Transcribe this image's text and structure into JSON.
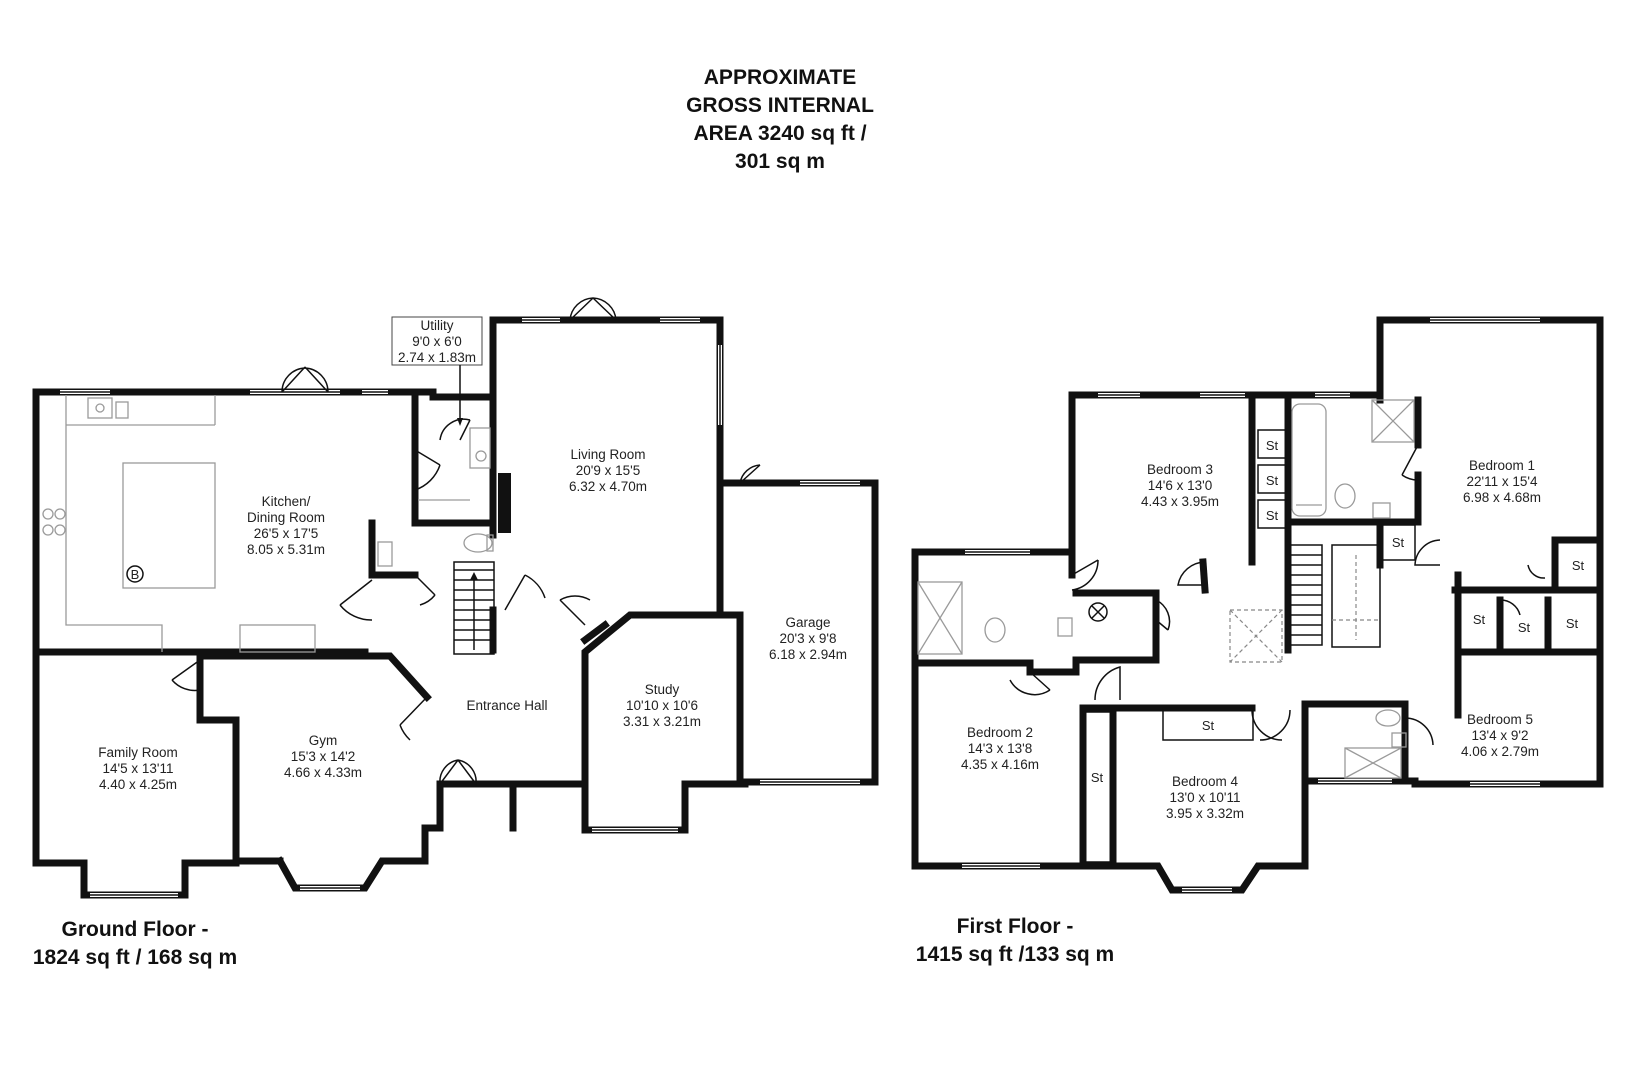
{
  "header": {
    "line1": "APPROXIMATE",
    "line2": "GROSS INTERNAL",
    "line3": "AREA 3240 sq ft /",
    "line4": "301 sq m"
  },
  "ground_floor": {
    "title": "Ground Floor -",
    "area": "1824 sq ft / 168 sq m",
    "rooms": {
      "utility": {
        "name": "Utility",
        "imperial": "9'0 x 6'0",
        "metric": "2.74 x 1.83m"
      },
      "living": {
        "name": "Living Room",
        "imperial": "20'9 x 15'5",
        "metric": "6.32 x 4.70m"
      },
      "kitchen": {
        "name1": "Kitchen/",
        "name2": "Dining Room",
        "imperial": "26'5 x 17'5",
        "metric": "8.05 x 5.31m"
      },
      "garage": {
        "name": "Garage",
        "imperial": "20'3 x 9'8",
        "metric": "6.18 x 2.94m"
      },
      "entrance": {
        "name": "Entrance Hall"
      },
      "study": {
        "name": "Study",
        "imperial": "10'10 x 10'6",
        "metric": "3.31 x 3.21m"
      },
      "family": {
        "name": "Family Room",
        "imperial": "14'5 x 13'11",
        "metric": "4.40 x 4.25m"
      },
      "gym": {
        "name": "Gym",
        "imperial": "15'3 x 14'2",
        "metric": "4.66 x 4.33m"
      }
    },
    "boiler_symbol": "B"
  },
  "first_floor": {
    "title": "First Floor -",
    "area": "1415 sq ft /133 sq m",
    "rooms": {
      "bed3": {
        "name": "Bedroom 3",
        "imperial": "14'6 x 13'0",
        "metric": "4.43 x 3.95m"
      },
      "bed1": {
        "name": "Bedroom 1",
        "imperial": "22'11 x 15'4",
        "metric": "6.98 x 4.68m"
      },
      "bed2": {
        "name": "Bedroom 2",
        "imperial": "14'3 x 13'8",
        "metric": "4.35 x 4.16m"
      },
      "bed4": {
        "name": "Bedroom 4",
        "imperial": "13'0 x 10'11",
        "metric": "3.95 x 3.32m"
      },
      "bed5": {
        "name": "Bedroom 5",
        "imperial": "13'4 x 9'2",
        "metric": "4.06 x 2.79m"
      }
    },
    "storage_label": "St"
  }
}
